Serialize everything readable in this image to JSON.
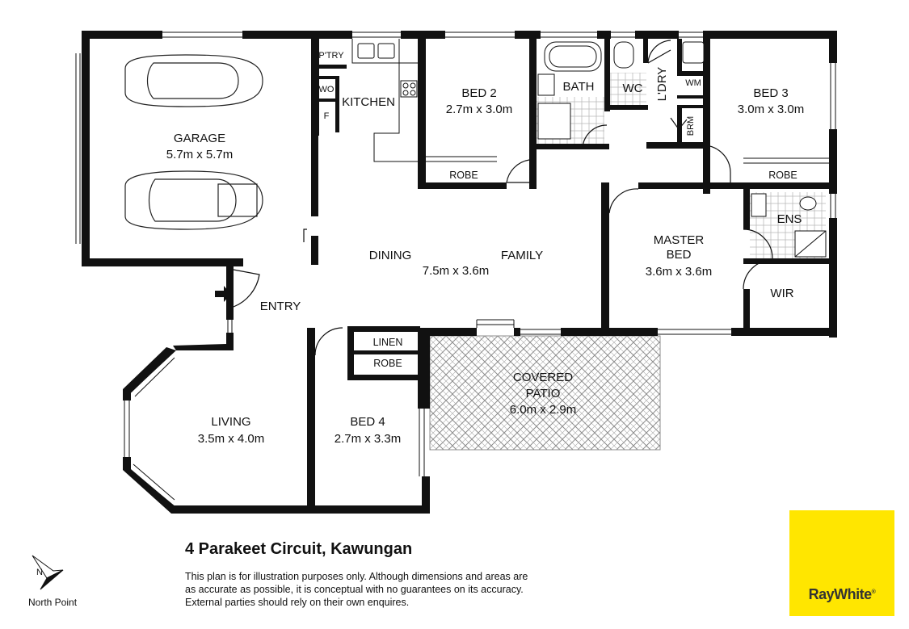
{
  "rooms": {
    "garage": {
      "name": "GARAGE",
      "size": "5.7m x 5.7m"
    },
    "bed2": {
      "name": "BED 2",
      "size": "2.7m x 3.0m"
    },
    "bed3": {
      "name": "BED 3",
      "size": "3.0m x 3.0m"
    },
    "dining": {
      "name": "DINING"
    },
    "family": {
      "name": "FAMILY"
    },
    "dining_family_size": "7.5m x 3.6m",
    "master": {
      "name_line1": "MASTER",
      "name_line2": "BED",
      "size": "3.6m x 3.6m"
    },
    "living": {
      "name": "LIVING",
      "size": "3.5m x 4.0m"
    },
    "bed4": {
      "name": "BED 4",
      "size": "2.7m x 3.3m"
    },
    "patio": {
      "name_line1": "COVERED",
      "name_line2": "PATIO",
      "size": "6.0m x 2.9m"
    },
    "kitchen": "KITCHEN",
    "pantry": "P'TRY",
    "wall_oven": "WO",
    "fridge": "F",
    "bath": "BATH",
    "wc": "WC",
    "laundry": "L'DRY",
    "washing_machine": "WM",
    "broom": "BRM",
    "ensuite": "ENS",
    "wir": "WIR",
    "robe": "ROBE",
    "linen": "LINEN",
    "entry": "ENTRY"
  },
  "title": "4 Parakeet Circuit, Kawungan",
  "disclaimer": [
    "This plan is for illustration purposes only.  Although dimensions and areas are",
    "as accurate as possible, it is conceptual with no guarantees on its accuracy.",
    "External parties should rely on their own enquires."
  ],
  "north_point": {
    "label": "North Point",
    "letter": "N"
  },
  "logo": {
    "text": "RayWhite",
    "mark": "®",
    "background": "#ffe600"
  },
  "colors": {
    "wall": "#111111",
    "patio_hatch": "#8c8c8c",
    "tile": "#bbbbbb"
  }
}
